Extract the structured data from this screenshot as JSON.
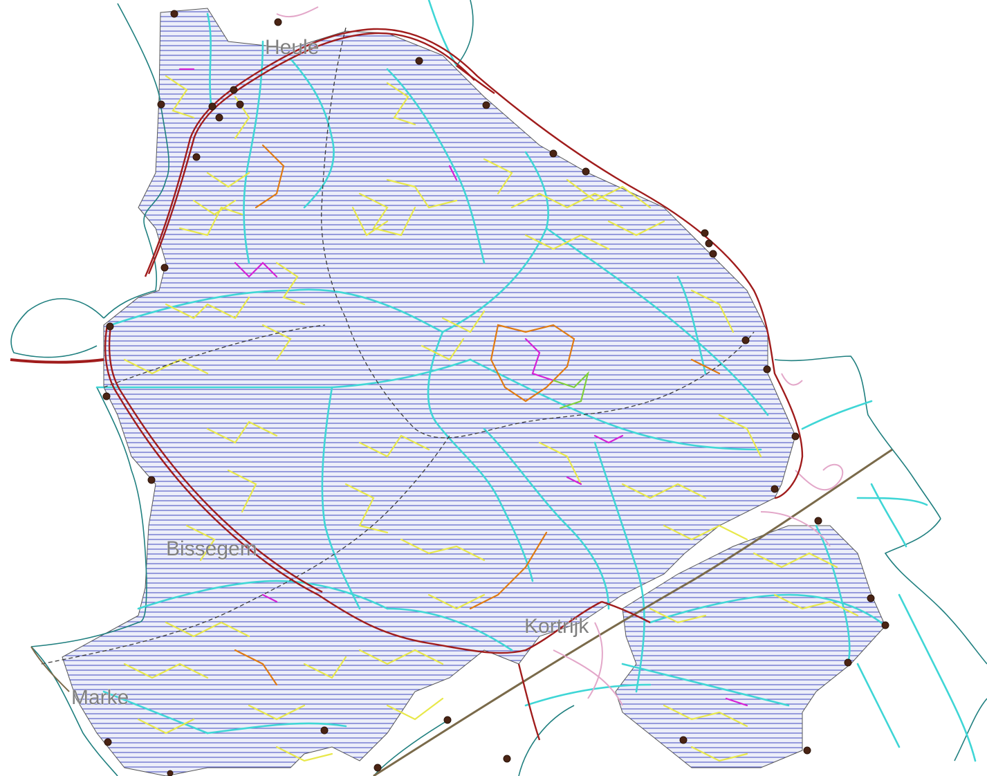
{
  "map": {
    "place_labels": [
      "Heule",
      "Bissegem",
      "Kortrijk",
      "Marke"
    ],
    "colors": {
      "hatch": "#5b63c9",
      "boundary": "#1f7f7f",
      "ring_road": "#a01c1c",
      "main_road": "#3fd6d6",
      "local_road": "#e8e84a",
      "magenta_road": "#d61fd6",
      "orange_road": "#e07a10",
      "green_road": "#7fcf3a",
      "railway": "#3a3a3a",
      "interchange": "#e3a7c9",
      "node": "#4a2414",
      "label": "#7f7f7f"
    }
  }
}
